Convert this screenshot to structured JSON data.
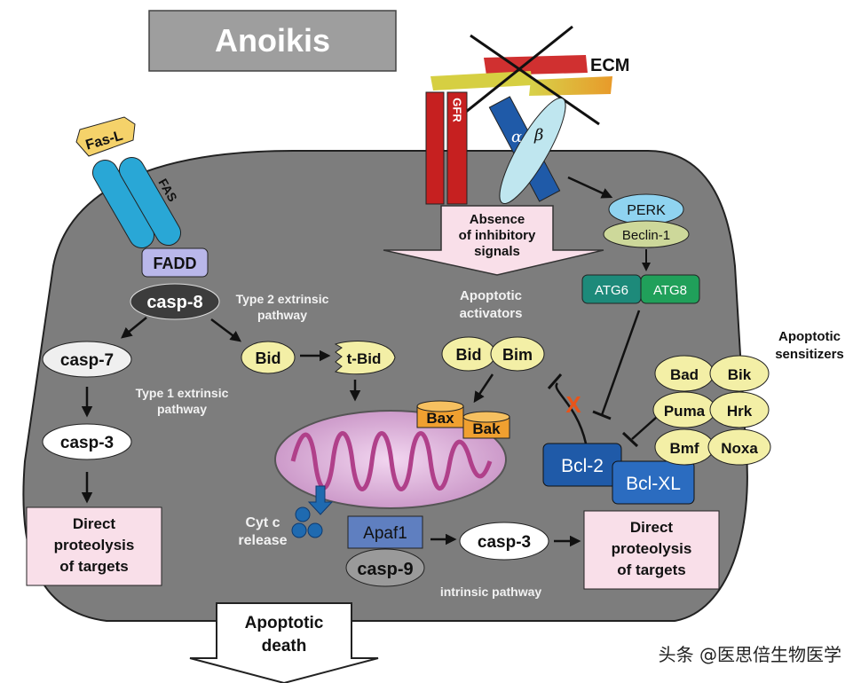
{
  "title": "Anoikis",
  "ecm": {
    "label": "ECM"
  },
  "receptors": {
    "gfr": "GFR",
    "alpha": "α",
    "beta": "β"
  },
  "absence": {
    "line1": "Absence",
    "line2": "of inhibitory",
    "line3": "signals"
  },
  "fas": {
    "ligand": "Fas-L",
    "receptor": "FAS",
    "adaptor": "FADD"
  },
  "extrinsic": {
    "casp8": "casp-8",
    "type2_line1": "Type 2 extrinsic",
    "type2_line2": "pathway",
    "type1_line1": "Type 1 extrinsic",
    "type1_line2": "pathway",
    "casp7": "casp-7",
    "casp3": "casp-3",
    "bid": "Bid",
    "tbid": "t-Bid",
    "target_line1": "Direct",
    "target_line2": "proteolysis",
    "target_line3": "of targets"
  },
  "autophagy": {
    "perk": "PERK",
    "beclin": "Beclin-1",
    "atg6": "ATG6",
    "atg8": "ATG8"
  },
  "activators": {
    "line1": "Apoptotic",
    "line2": "activators",
    "bid": "Bid",
    "bim": "Bim",
    "inhibit_mark": "X"
  },
  "bax_bak": {
    "bax": "Bax",
    "bak": "Bak"
  },
  "antiapoptotic": {
    "bcl2": "Bcl-2",
    "bclxl": "Bcl-XL"
  },
  "sensitizers": {
    "line1": "Apoptotic",
    "line2": "sensitizers",
    "bad": "Bad",
    "bik": "Bik",
    "puma": "Puma",
    "hrk": "Hrk",
    "bmf": "Bmf",
    "noxa": "Noxa"
  },
  "intrinsic": {
    "cytc_line1": "Cyt c",
    "cytc_line2": "release",
    "apaf1": "Apaf1",
    "casp9": "casp-9",
    "casp3": "casp-3",
    "pathway": "intrinsic pathway",
    "target_line1": "Direct",
    "target_line2": "proteolysis",
    "target_line3": "of targets"
  },
  "outcome": {
    "line1": "Apoptotic",
    "line2": "death"
  },
  "watermark": "头条 @医思倍生物医学",
  "colors": {
    "cell": "#7d7d7d",
    "title_box": "#9e9e9e",
    "target_box": "#f9dfe9",
    "ellipse_yellow": "#f3efa6",
    "bcl_blue": "#1f5aa8",
    "atg_green": "#20a05a",
    "beclin": "#cdd89a",
    "perk": "#8fd3f0",
    "bax_orange": "#f0a030"
  }
}
